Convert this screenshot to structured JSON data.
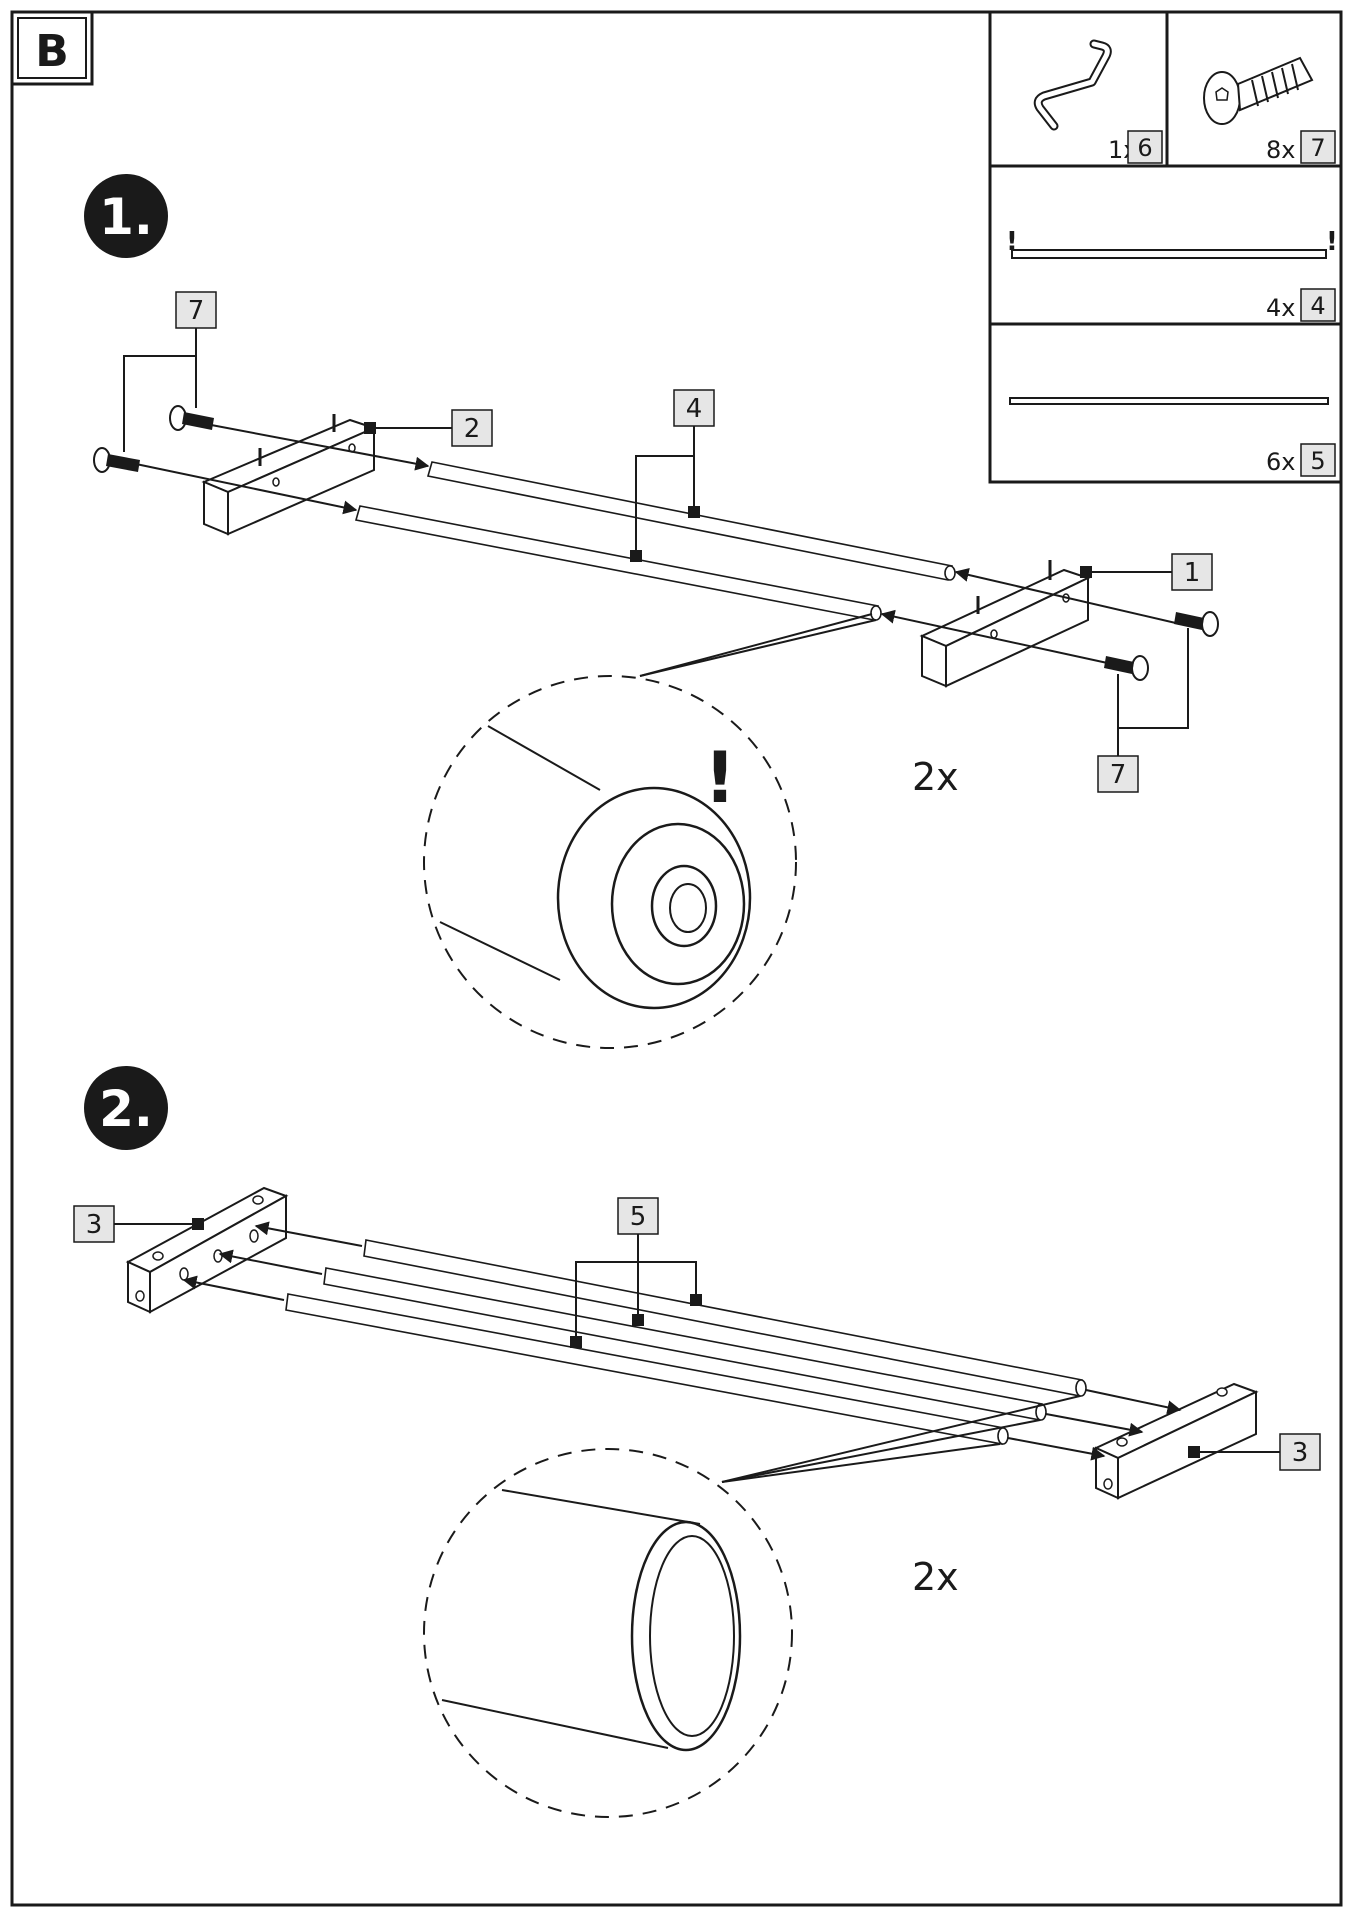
{
  "section_label": "B",
  "parts": {
    "allen_key": {
      "qty": "1x",
      "num": "6"
    },
    "screw": {
      "qty": "8x",
      "num": "7"
    },
    "long_rod": {
      "qty": "4x",
      "num": "4",
      "mark": "!"
    },
    "slim_rod": {
      "qty": "6x",
      "num": "5"
    }
  },
  "step1": {
    "number": "1.",
    "callouts": {
      "screw_left": "7",
      "beam_left": "2",
      "rods": "4",
      "beam_right": "1",
      "screw_right": "7"
    },
    "warning": "!",
    "repeat": "2x"
  },
  "step2": {
    "number": "2.",
    "callouts": {
      "beam_left": "3",
      "rods": "5",
      "beam_right": "3"
    },
    "repeat": "2x"
  },
  "colors": {
    "ink": "#1a1a1a",
    "label_fill": "#e6e6e6"
  }
}
